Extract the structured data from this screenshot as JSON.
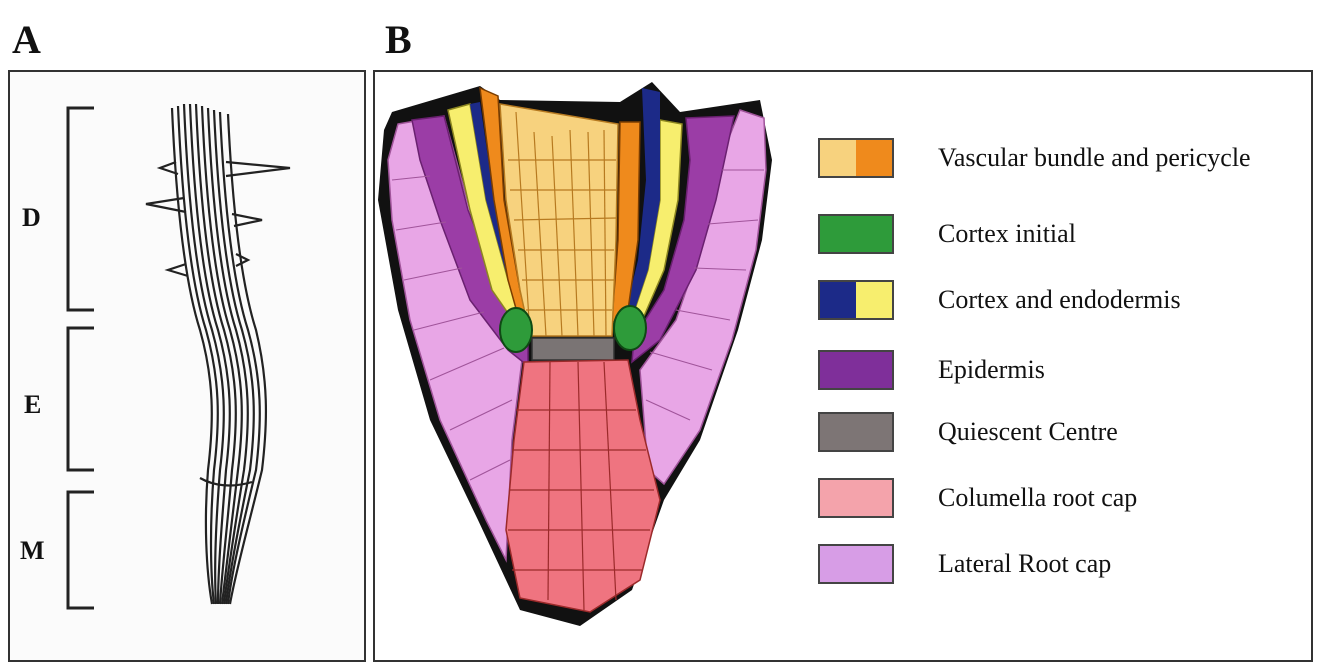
{
  "panels": {
    "a": {
      "letter": "A",
      "zones": [
        "D",
        "E",
        "M"
      ]
    },
    "b": {
      "letter": "B"
    }
  },
  "colors": {
    "vascular_light": "#f7d27e",
    "vascular_orange": "#ef8a1c",
    "cortex_initial": "#2e9b3a",
    "endodermis_blue": "#1c2a88",
    "cortex_yellow": "#f7ee6e",
    "epidermis": "#9b3da6",
    "quiescent": "#7a7474",
    "columella": "#ef7480",
    "lateral_root_cap": "#e8a6e6",
    "cell_outline": "#9b2a2a"
  },
  "legend": [
    {
      "label": "Vascular bundle and  pericycle",
      "swatch": [
        "#f7d27e",
        "#ef8a1c"
      ]
    },
    {
      "label": "Cortex initial",
      "swatch": [
        "#2e9b3a"
      ]
    },
    {
      "label": "Cortex and endodermis",
      "swatch": [
        "#1c2a88",
        "#f7ee6e"
      ]
    },
    {
      "label": "Epidermis",
      "swatch": [
        "#7f2f9a"
      ]
    },
    {
      "label": "Quiescent Centre",
      "swatch": [
        "#7d7575"
      ]
    },
    {
      "label": "Columella root cap",
      "swatch": [
        "#f4a3ab"
      ]
    },
    {
      "label": "Lateral Root cap",
      "swatch": [
        "#d79de6"
      ]
    }
  ]
}
